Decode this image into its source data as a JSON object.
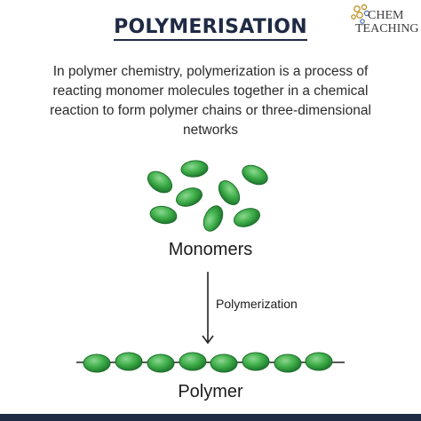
{
  "title": "POLYMERISATION",
  "logo": {
    "line1": "CHEM",
    "line2": "TEACHING"
  },
  "description": "In polymer chemistry, polymerization is a process of reacting monomer molecules together in a chemical reaction to form polymer chains or three-dimensional networks",
  "diagram": {
    "monomers_label": "Monomers",
    "process_label": "Polymerization",
    "polymer_label": "Polymer"
  },
  "colors": {
    "title": "#1f2a44",
    "bead_fill": "#3fae4a",
    "bead_stroke": "#1d6e2a",
    "chain_line": "#222222",
    "bottom_bar": "#1f2a44"
  }
}
